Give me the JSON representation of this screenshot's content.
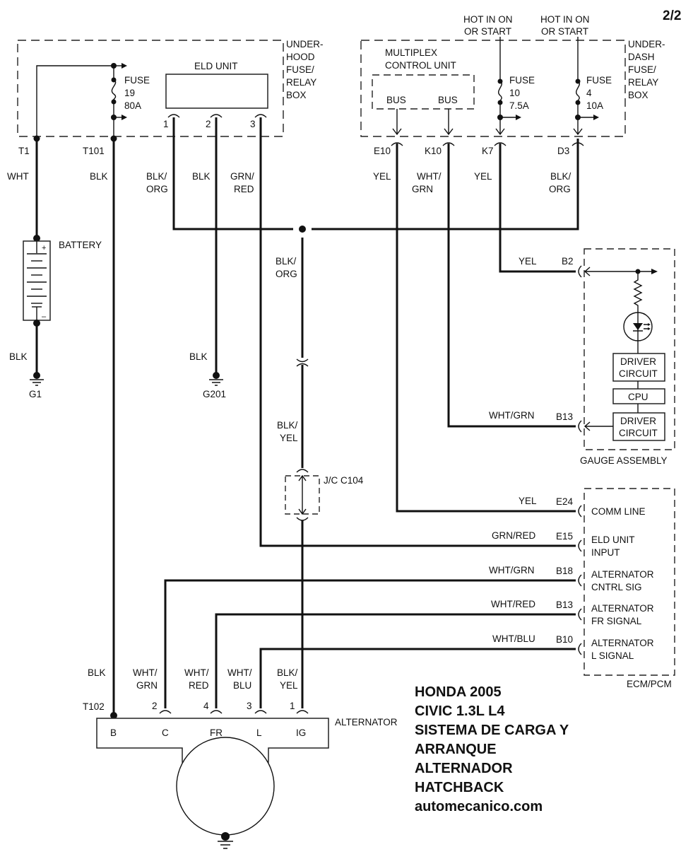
{
  "page_number": "2/2",
  "title_block": {
    "lines": [
      "HONDA 2005",
      "CIVIC 1.3L L4",
      "SISTEMA DE CARGA Y",
      "ARRANQUE",
      "ALTERNADOR",
      "HATCHBACK",
      "automecanico.com"
    ]
  },
  "underhood_box": {
    "label_lines": [
      "UNDER-",
      "HOOD",
      "FUSE/",
      "RELAY",
      "BOX"
    ],
    "fuse": {
      "lines": [
        "FUSE",
        "19",
        "80A"
      ]
    },
    "terminals": {
      "t1": "T1",
      "t101": "T101"
    },
    "eld_unit": {
      "label": "ELD UNIT",
      "pins": [
        "1",
        "2",
        "3"
      ]
    }
  },
  "underdash_box": {
    "label_lines": [
      "UNDER-",
      "DASH",
      "FUSE/",
      "RELAY",
      "BOX"
    ],
    "multiplex": {
      "label_lines": [
        "MULTIPLEX",
        "CONTROL UNIT"
      ],
      "bus_labels": [
        "BUS",
        "BUS"
      ]
    },
    "hot_labels": [
      [
        "HOT IN ON",
        "OR START"
      ],
      [
        "HOT IN ON",
        "OR START"
      ]
    ],
    "fuses": [
      {
        "lines": [
          "FUSE",
          "10",
          "7.5A"
        ]
      },
      {
        "lines": [
          "FUSE",
          "4",
          "10A"
        ]
      }
    ],
    "connectors": [
      "E10",
      "K10",
      "K7",
      "D3"
    ]
  },
  "wire_labels": {
    "t1_wire": "WHT",
    "t101_wire": "BLK",
    "eld1": [
      "BLK/",
      "ORG"
    ],
    "eld2": "BLK",
    "eld3": [
      "GRN/",
      "RED"
    ],
    "e10": "YEL",
    "k10": [
      "WHT/",
      "GRN"
    ],
    "k7": "YEL",
    "d3": [
      "BLK/",
      "ORG"
    ],
    "splice_down": [
      "BLK/",
      "ORG"
    ],
    "battery_ground": "BLK",
    "g201_wire": "BLK",
    "jc_wire": [
      "BLK/",
      "YEL"
    ],
    "b2_wire": "YEL",
    "b13_gauge_wire": "WHT/GRN",
    "e24_wire": "YEL",
    "e15_wire": "GRN/RED",
    "b18_wire": "WHT/GRN",
    "b13_ecm_wire": "WHT/RED",
    "b10_wire": "WHT/BLU",
    "alt_b": "BLK",
    "alt_c": [
      "WHT/",
      "GRN"
    ],
    "alt_fr": [
      "WHT/",
      "RED"
    ],
    "alt_l": [
      "WHT/",
      "BLU"
    ],
    "alt_ig": [
      "BLK/",
      "YEL"
    ]
  },
  "battery": {
    "label": "BATTERY",
    "plus": "+",
    "minus": "–"
  },
  "grounds": {
    "g1": "G1",
    "g201": "G201"
  },
  "junction": {
    "label": "J/C C104"
  },
  "gauge_assembly": {
    "label": "GAUGE ASSEMBLY",
    "pins": {
      "b2": "B2",
      "b13": "B13"
    },
    "driver1": [
      "DRIVER",
      "CIRCUIT"
    ],
    "cpu": "CPU",
    "driver2": [
      "DRIVER",
      "CIRCUIT"
    ]
  },
  "ecm": {
    "label": "ECM/PCM",
    "pins": [
      {
        "pin": "E24",
        "lines": [
          "COMM LINE"
        ]
      },
      {
        "pin": "E15",
        "lines": [
          "ELD UNIT",
          "INPUT"
        ]
      },
      {
        "pin": "B18",
        "lines": [
          "ALTERNATOR",
          "CNTRL SIG"
        ]
      },
      {
        "pin": "B13",
        "lines": [
          "ALTERNATOR",
          "FR SIGNAL"
        ]
      },
      {
        "pin": "B10",
        "lines": [
          "ALTERNATOR",
          "L SIGNAL"
        ]
      }
    ]
  },
  "alternator": {
    "label": "ALTERNATOR",
    "t102": "T102",
    "pin_numbers": [
      "2",
      "4",
      "3",
      "1"
    ],
    "terminals": [
      "B",
      "C",
      "FR",
      "L",
      "IG"
    ]
  }
}
